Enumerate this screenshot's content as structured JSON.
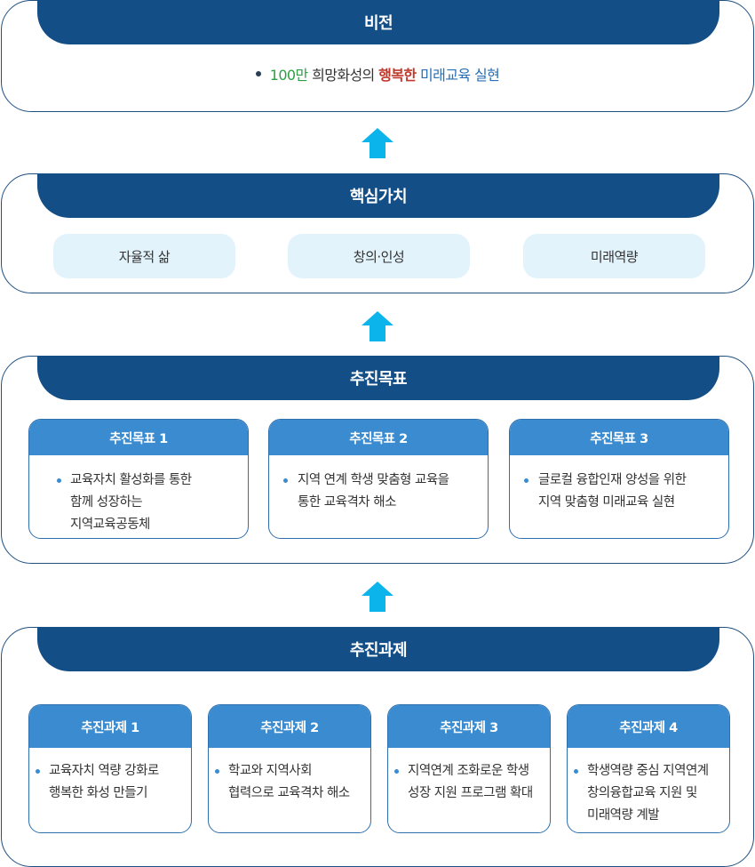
{
  "vision": {
    "title": "비전",
    "text_num": "100만",
    "text_a": " 희망화성의 ",
    "text_b": "행복한",
    "text_c": " 미래교육 실현"
  },
  "core_values": {
    "title": "핵심가치",
    "items": [
      "자율적 삶",
      "창의·인성",
      "미래역량"
    ]
  },
  "goals": {
    "title": "추진목표",
    "items": [
      {
        "title": "추진목표 1",
        "lines": [
          "교육자치 활성화를 통한",
          "함께 성장하는",
          "지역교육공동체"
        ]
      },
      {
        "title": "추진목표 2",
        "lines": [
          "지역 연계 학생 맞춤형 교육을",
          "통한 교육격차 해소"
        ]
      },
      {
        "title": "추진목표 3",
        "lines": [
          "글로컬 융합인재 양성을 위한",
          "지역 맞춤형 미래교육 실현"
        ]
      }
    ]
  },
  "tasks": {
    "title": "추진과제",
    "items": [
      {
        "title": "추진과제 1",
        "lines": [
          "교육자치 역량 강화로",
          "행복한 화성 만들기"
        ]
      },
      {
        "title": "추진과제 2",
        "lines": [
          "학교와 지역사회",
          "협력으로 교육격차 해소"
        ]
      },
      {
        "title": "추진과제 3",
        "lines": [
          "지역연계 조화로운 학생",
          "성장 지원 프로그램 확대"
        ]
      },
      {
        "title": "추진과제 4",
        "lines": [
          "학생역량 중심 지역연계",
          "창의융합교육 지원 및",
          "미래역량 계발"
        ]
      }
    ]
  },
  "colors": {
    "header_navy": "#134e86",
    "card_header_blue": "#3a8bd0",
    "arrow_cyan": "#0bb4ea",
    "pill_bg": "#e2f3fc",
    "accent_green": "#2f9e44",
    "accent_red": "#c0392b",
    "accent_blue": "#2a6fb4"
  }
}
